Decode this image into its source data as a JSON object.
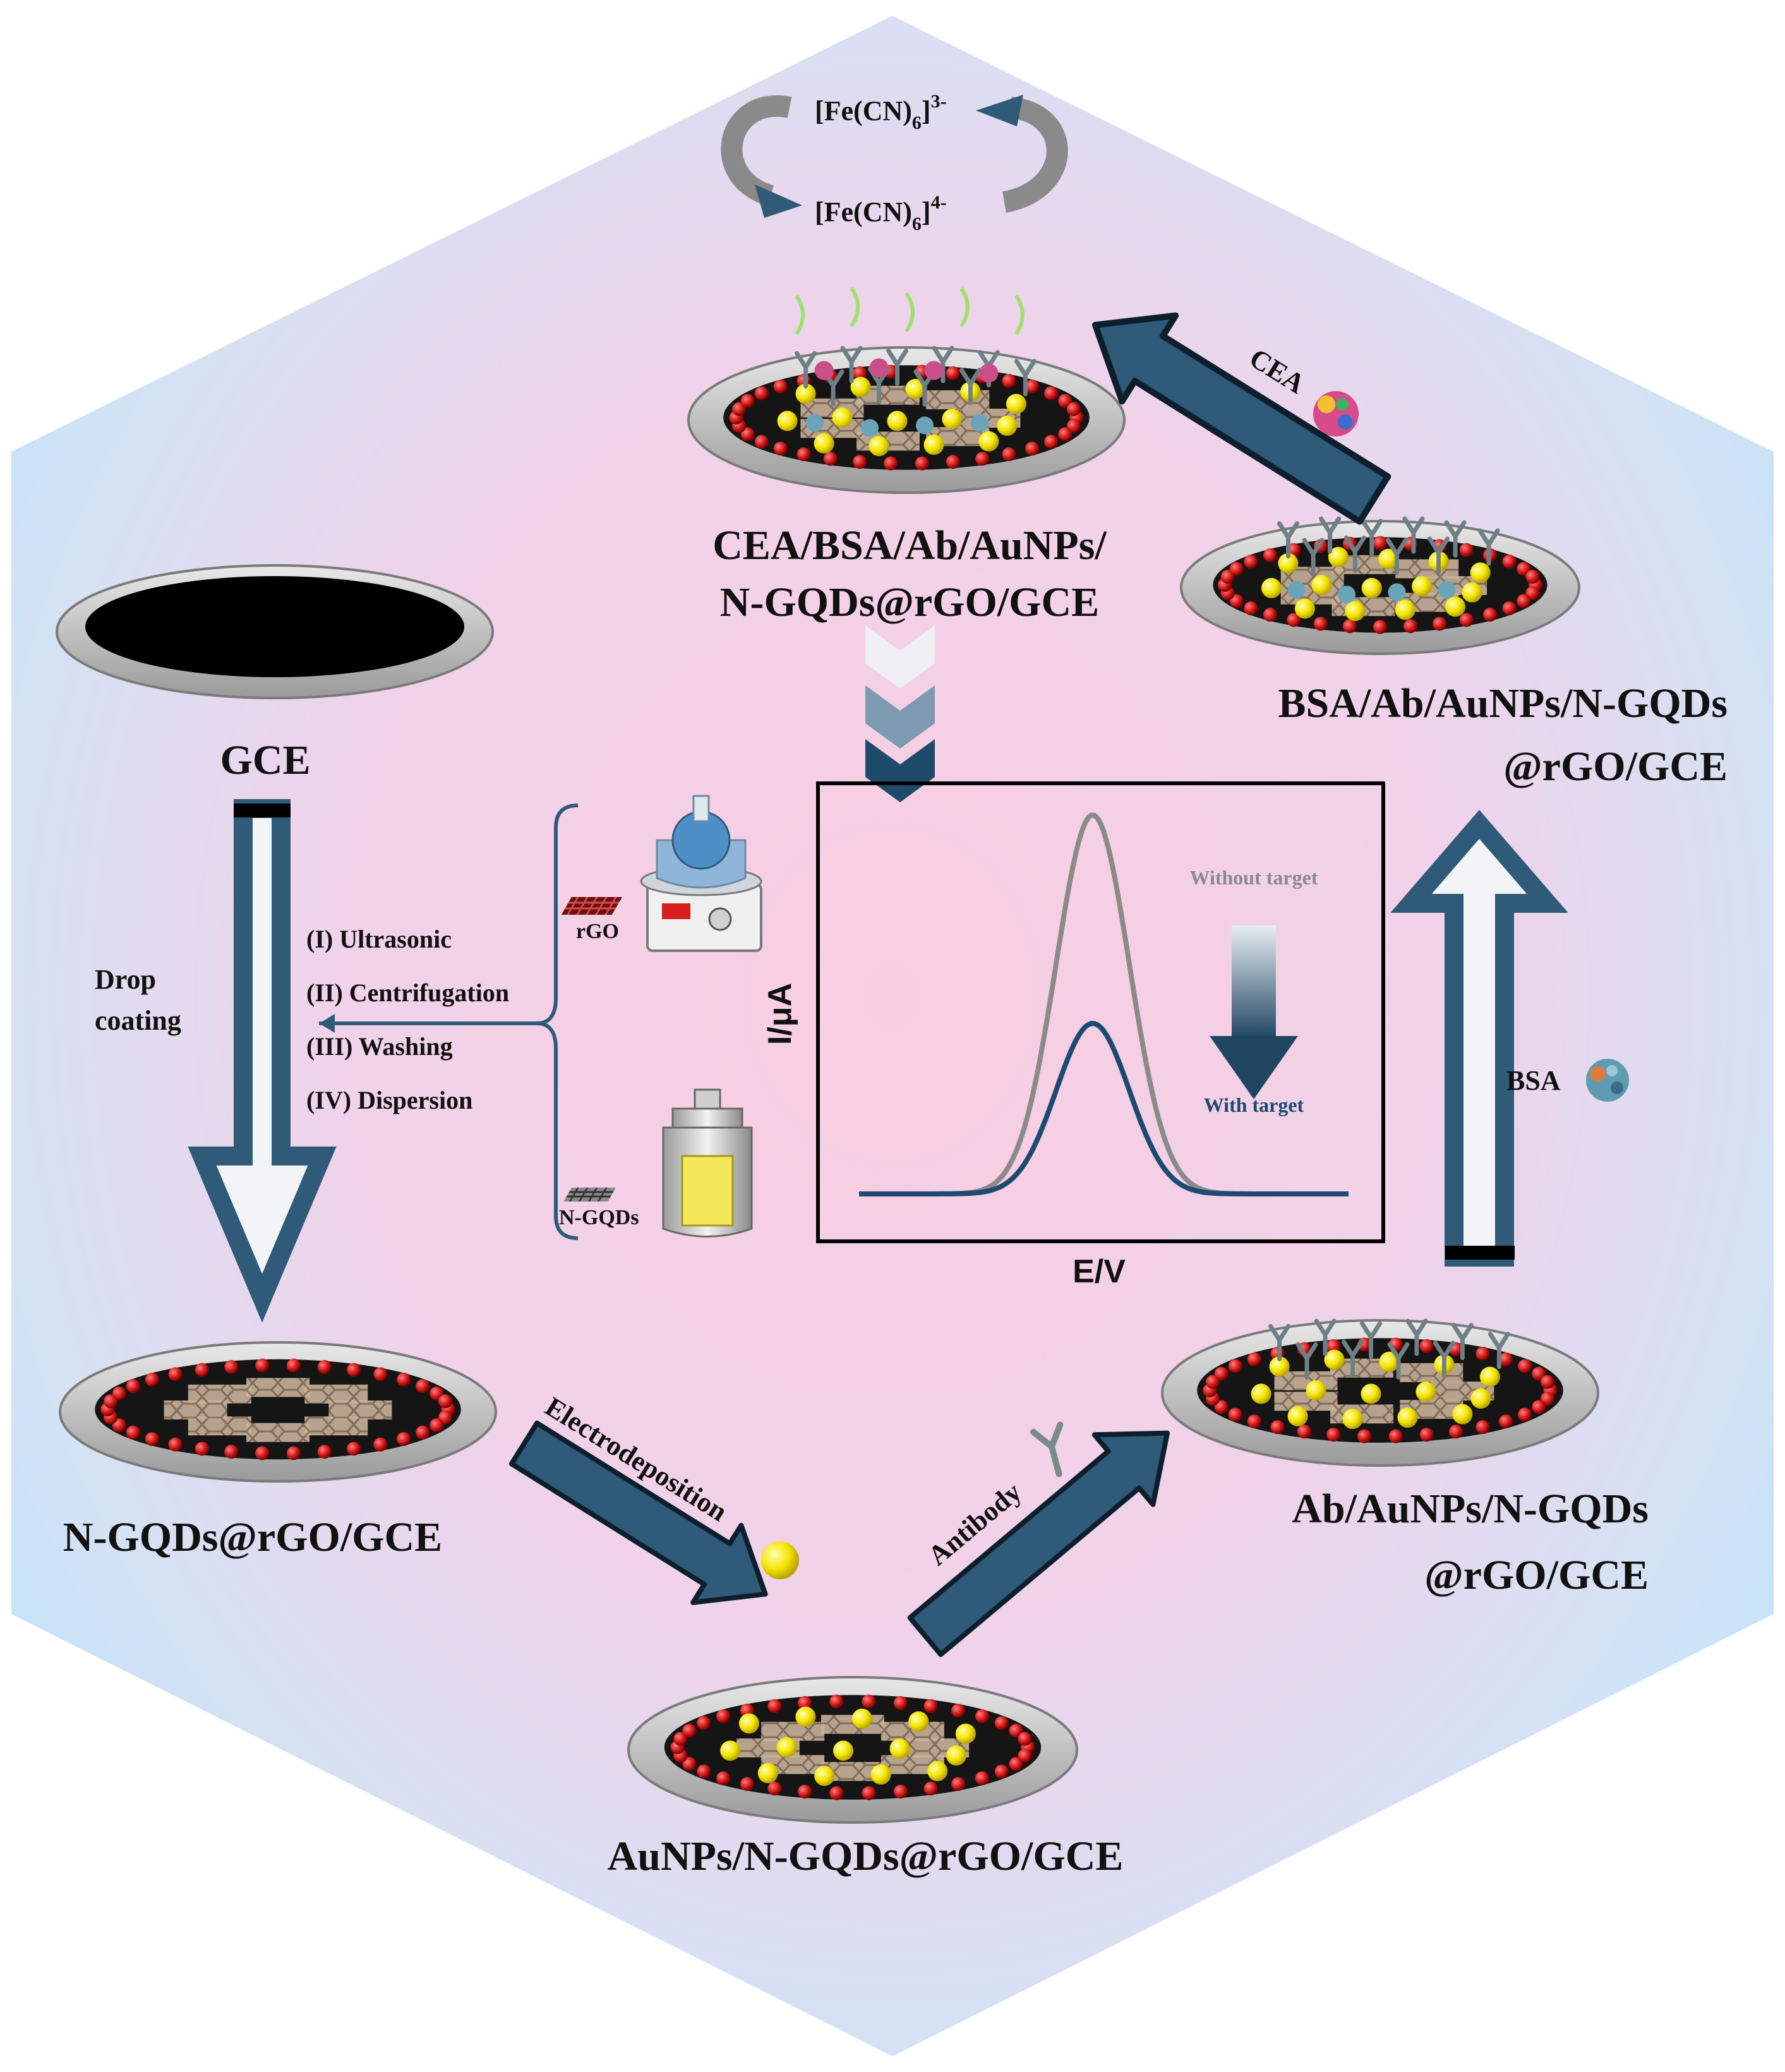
{
  "electrodes": {
    "gce": "GCE",
    "ngqd": "N-GQDs@rGO/GCE",
    "aunp": "AuNPs/N-GQDs@rGO/GCE",
    "ab_line1": "Ab/AuNPs/N-GQDs",
    "ab_line2": "@rGO/GCE",
    "bsa_line1": "BSA/Ab/AuNPs/N-GQDs",
    "bsa_line2": "@rGO/GCE",
    "cea_line1": "CEA/BSA/Ab/AuNPs/",
    "cea_line2": "N-GQDs@rGO/GCE"
  },
  "steps": {
    "drop_line1": "Drop",
    "drop_line2": "coating",
    "electrodeposition": "Electrodeposition",
    "antibody": "Antibody",
    "bsa": "BSA",
    "cea": "CEA"
  },
  "synthesis": {
    "steps": [
      "(I) Ultrasonic",
      "(II) Centrifugation",
      "(III) Washing",
      "(IV) Dispersion"
    ],
    "rgo": "rGO",
    "ngqds": "N-GQDs"
  },
  "redox": {
    "ferri_base": "[Fe(CN)",
    "ferri_sub": "6",
    "ferri_close": "]",
    "ferri_sup": "3-",
    "ferro_base": "[Fe(CN)",
    "ferro_sub": "6",
    "ferro_close": "]",
    "ferro_sup": "4-"
  },
  "chart_data": {
    "type": "line",
    "xlabel": "E/V",
    "ylabel": "I/μA",
    "annotations": [
      "Without target",
      "With target"
    ],
    "series": [
      {
        "name": "Without target",
        "color": "#8a8a8a",
        "peak": 1.0,
        "baseline": 0.0
      },
      {
        "name": "With target",
        "color": "#1c4a72",
        "peak": 0.45,
        "baseline": 0.0
      }
    ]
  },
  "colors": {
    "arrow": "#2f5a78",
    "arrow_edge": "#0d1f2c",
    "gold": "#f7e600",
    "red": "#d81e1e",
    "plate": "#c8c8c8",
    "hex_edge": "#c9e6f7",
    "hex_center": "#f6cfe3"
  }
}
